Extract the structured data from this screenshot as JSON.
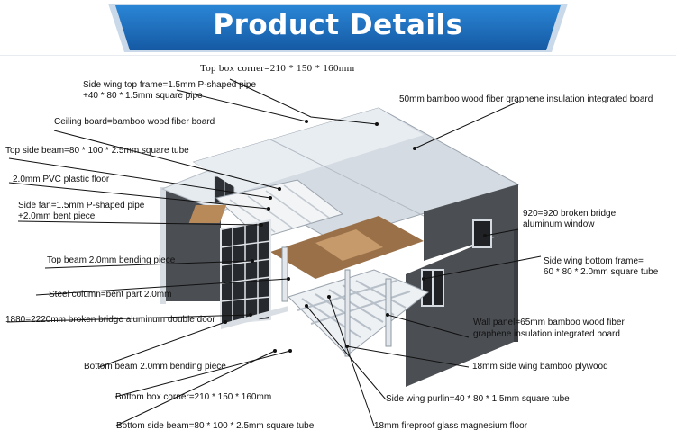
{
  "banner": {
    "title": "Product Details",
    "color": "#1f6fbf"
  },
  "labels": {
    "top_box_corner": "Top box corner=210 * 150 * 160mm",
    "side_wing_top_frame_1": "Side wing top frame=1.5mm P-shaped pipe",
    "side_wing_top_frame_2": "+40 * 80 * 1.5mm square pipe",
    "insulation_board": "50mm bamboo wood fiber graphene insulation integrated board",
    "ceiling_board": "Ceiling board=bamboo wood fiber board",
    "top_side_beam": "Top side beam=80 * 100 * 2.5mm square tube",
    "pvc_floor": "2.0mm PVC plastic floor",
    "side_fan_1": "Side fan=1.5mm P-shaped pipe",
    "side_fan_2": "+2.0mm bent piece",
    "window_1": "920=920 broken bridge",
    "window_2": "aluminum window",
    "top_beam": "Top beam 2.0mm bending piece",
    "side_wing_bottom_frame_1": "Side wing bottom frame=",
    "side_wing_bottom_frame_2": "60 * 80 * 2.0mm square tube",
    "steel_column": "Steel column=bent part 2.0mm",
    "double_door": "1880=2220mm broken bridge aluminum double door",
    "wall_panel_1": "Wall panel=65mm bamboo wood fiber",
    "wall_panel_2": "graphene insulation integrated board",
    "bottom_beam": "Bottom beam 2.0mm bending piece",
    "side_wing_plywood": "18mm side wing bamboo plywood",
    "bottom_box_corner": "Bottom box corner=210 * 150 * 160mm",
    "side_wing_purlin": "Side wing purlin=40 * 80 * 1.5mm square tube",
    "bottom_side_beam": "Bottom side beam=80 * 100 * 2.5mm square tube",
    "fireproof_floor": "18mm fireproof glass magnesium floor"
  }
}
